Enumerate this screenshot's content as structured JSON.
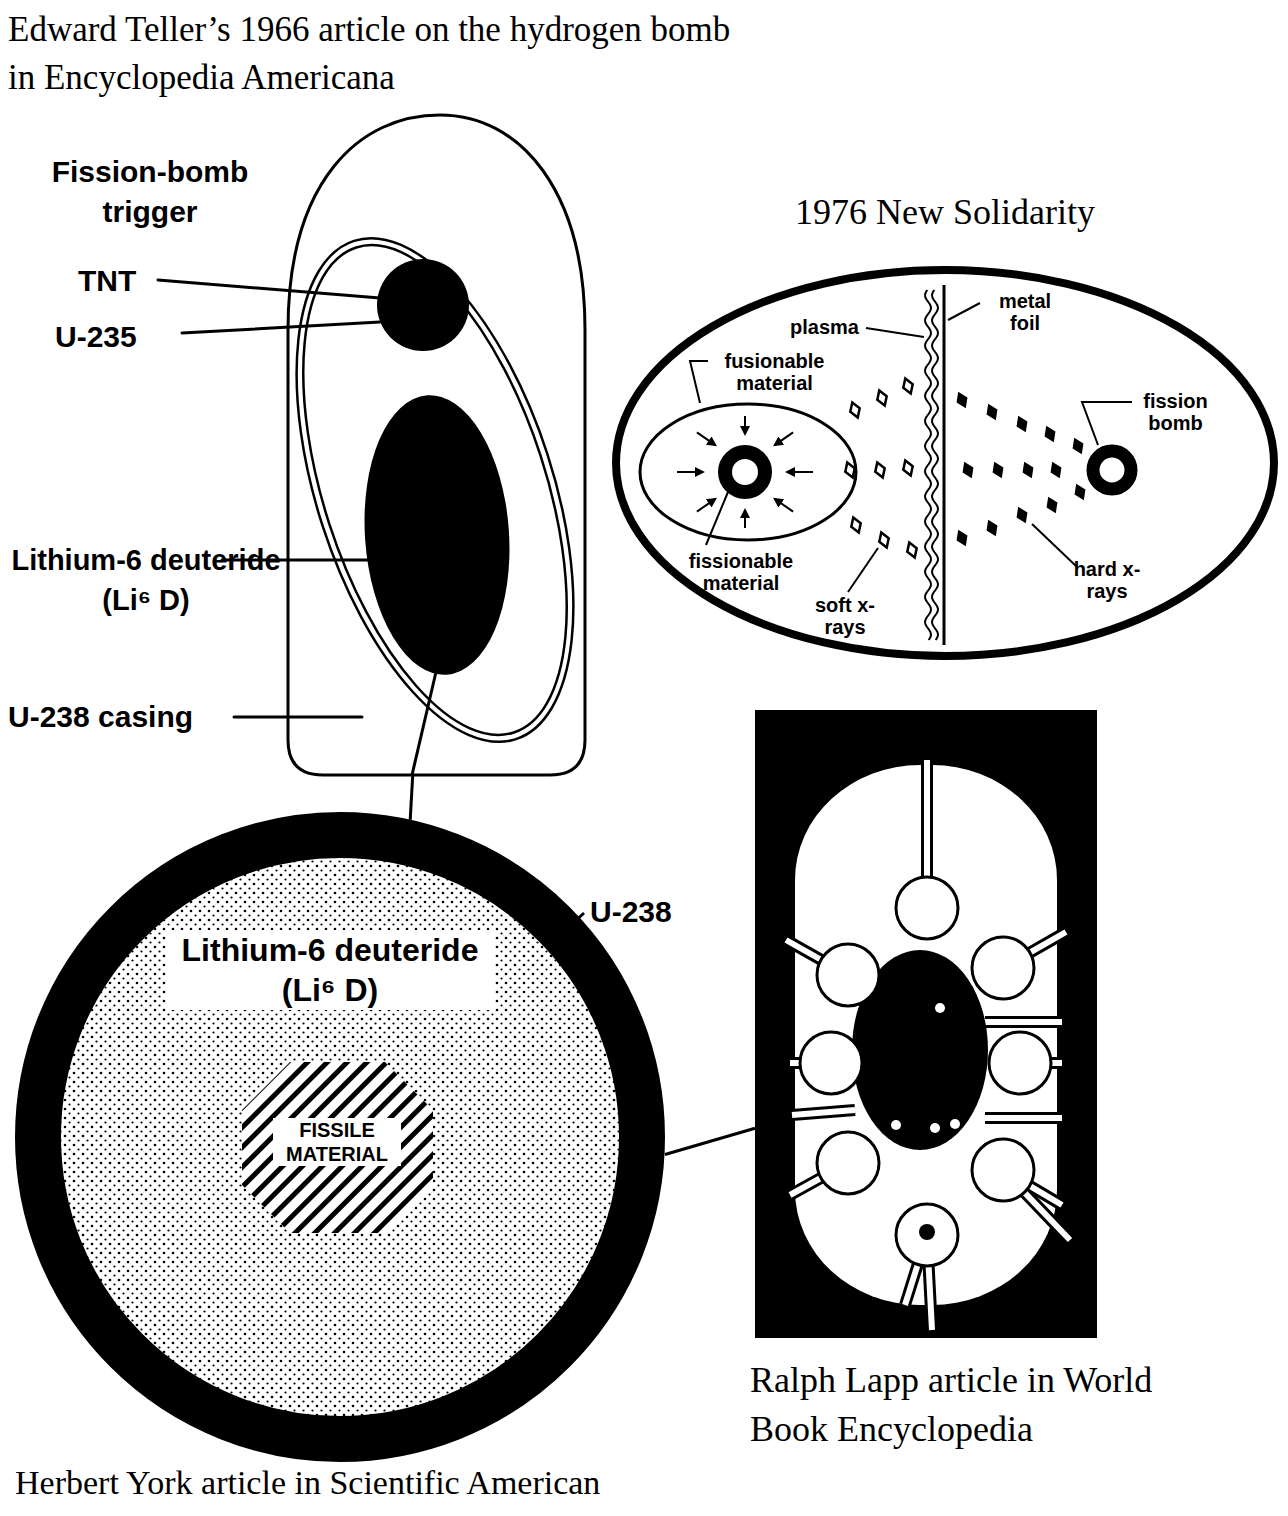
{
  "diagram": {
    "nodes": [
      {
        "text": [
          "Edward Teller’s 1966 article on the hydrogen bomb in Encyclopedia Americana"
        ]
      },
      {
        "text": [
          "1976 New Solidarity"
        ]
      },
      {
        "text": [
          "Lithium-6 deuteride (Li⁶ D)",
          "Herbert York article in Scientific American"
        ]
      },
      {
        "text": [
          "FISSILE MATERIAL"
        ],
        "in": 2
      },
      {
        "text": [
          "Ralph Lapp article in World Book Encyclopedia"
        ]
      }
    ],
    "edges": [
      {
        "from": 0,
        "to": 2,
        "arrow": "none"
      },
      {
        "from": 2,
        "to": 4,
        "arrow": "none"
      }
    ],
    "labels": [
      "Fission-bomb trigger",
      "TNT",
      "U-235",
      "Lithium-6 deuteride (Li⁶ D)",
      "U-238 casing",
      "plasma",
      "metal foil",
      "fusionable material",
      "fission bomb",
      "fissionable material",
      "soft x-rays",
      "hard x-rays",
      "U-238"
    ]
  }
}
